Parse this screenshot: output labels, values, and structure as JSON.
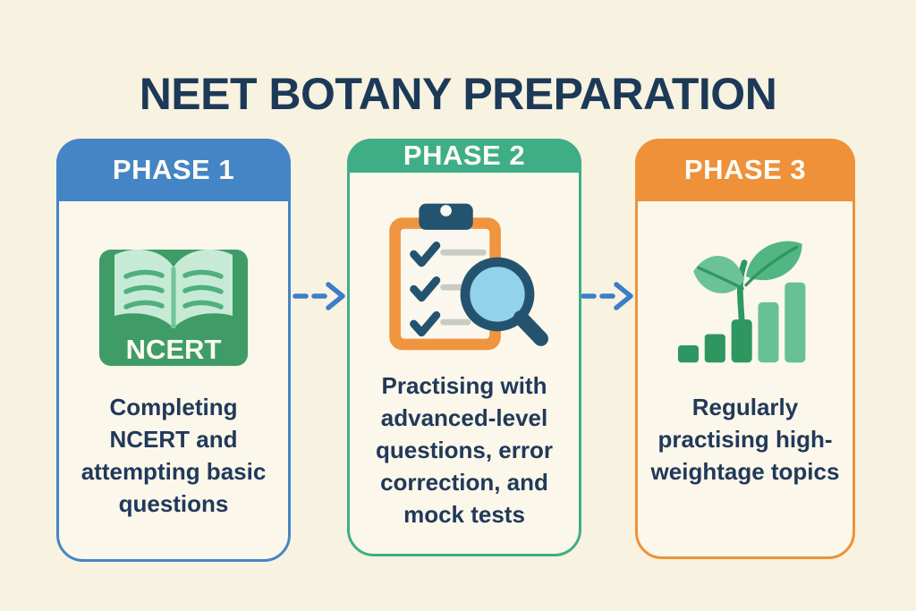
{
  "title": "NEET BOTANY PREPARATION",
  "colors": {
    "background": "#F8F2E1",
    "card_background": "#FBF7EA",
    "title_text": "#1C3A57",
    "body_text": "#21395A",
    "arrow_blue": "#3D7DC8",
    "phase1_blue": "#4485C6",
    "phase2_green": "#3FAE87",
    "phase3_orange": "#EE9138",
    "book_green": "#3F9C66",
    "book_pages_mint": "#C7EAD6",
    "clipboard_orange": "#F0953F",
    "clip_navy": "#24536F",
    "lens_blue": "#92D2EB",
    "bar_dark_green": "#2E9760",
    "bar_light_green": "#68C095"
  },
  "phases": [
    {
      "label": "PHASE 1",
      "accent_color": "#4485C6",
      "icon": "ncert-book-icon",
      "icon_text": "NCERT",
      "description_lines": [
        "Completing",
        "NCERT and",
        "attempting basic",
        "questions"
      ]
    },
    {
      "label": "PHASE 2",
      "accent_color": "#3FAE87",
      "icon": "checklist-magnifier-icon",
      "description_lines": [
        "Practising with",
        "advanced-level",
        "questions, error",
        "correction, and",
        "mock tests"
      ]
    },
    {
      "label": "PHASE 3",
      "accent_color": "#EE9138",
      "icon": "growth-plant-icon",
      "description_lines": [
        "Regularly",
        "practising high-",
        "weightage topics"
      ]
    }
  ]
}
